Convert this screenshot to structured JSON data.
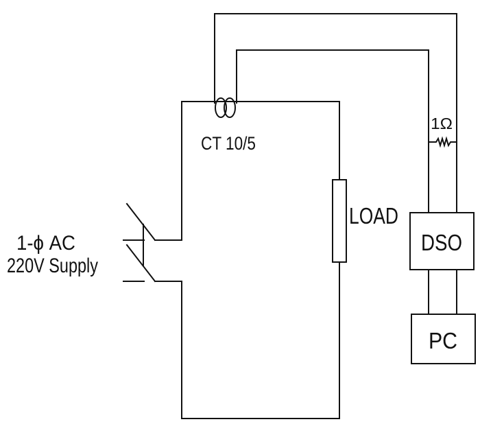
{
  "ct_label": "CT 10/5",
  "resistor_label": "1Ω",
  "load_label": "LOAD",
  "dso_label": "DSO",
  "pc_label": "PC",
  "supply_line1": "1-ϕ AC",
  "supply_line2": "220V Supply",
  "colors": {
    "line": "#111111",
    "background": "#ffffff"
  }
}
